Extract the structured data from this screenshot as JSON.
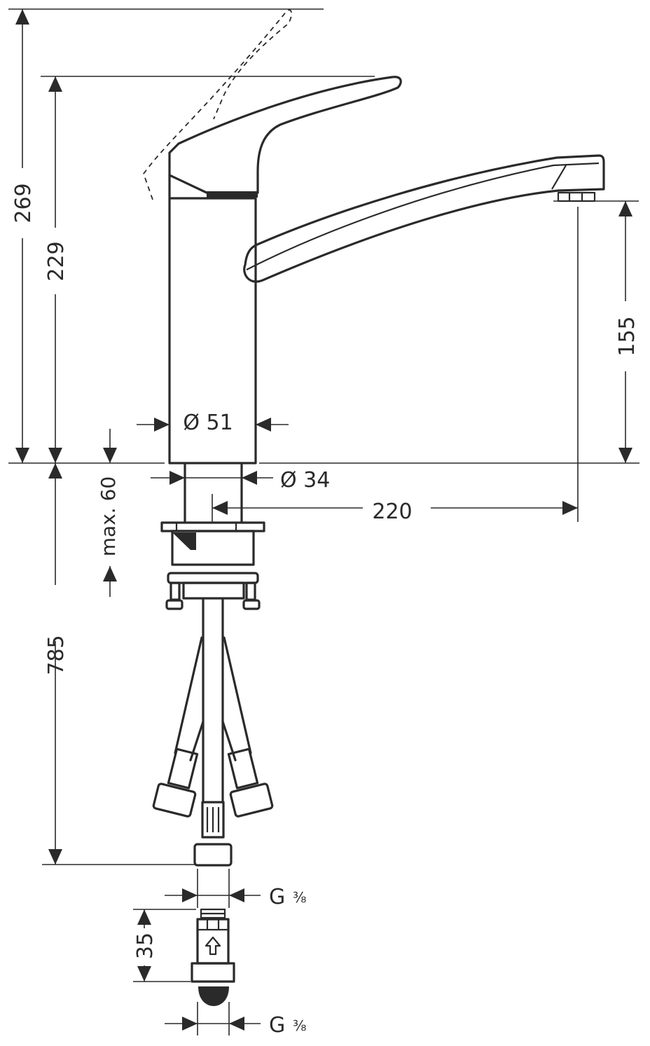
{
  "diagram": {
    "type": "technical-dimension-drawing",
    "subject": "single-lever kitchen mixer faucet",
    "colors": {
      "line": "#2a2a2a",
      "background": "#ffffff"
    },
    "dimensions": {
      "total_height_lever_open": "269",
      "height_lever_closed": "229",
      "spout_outlet_height": "155",
      "body_diameter": "Ø 51",
      "shank_diameter": "Ø 34",
      "spout_reach": "220",
      "max_countertop_thickness": "max. 60",
      "hose_length": "785",
      "hose_connection_thread": "G",
      "hose_connection_fraction": "3/8",
      "adapter_length": "35",
      "adapter_thread": "G",
      "adapter_thread_fraction": "3/8"
    },
    "fraction_glyph": "⅜"
  }
}
